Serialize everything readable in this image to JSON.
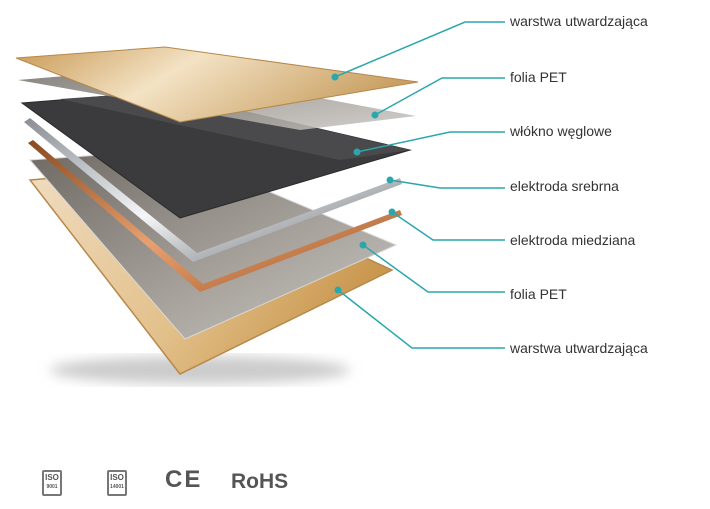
{
  "layers": [
    {
      "label": "warstwa utwardzająca"
    },
    {
      "label": "folia PET"
    },
    {
      "label": "włókno węglowe"
    },
    {
      "label": "elektroda srebrna"
    },
    {
      "label": "elektroda miedziana"
    },
    {
      "label": "folia PET"
    },
    {
      "label": "warstwa utwardzająca"
    }
  ],
  "certifications": {
    "iso1": {
      "text": "ISO",
      "number": "9001"
    },
    "iso2": {
      "text": "ISO",
      "number": "14001"
    },
    "ce": "CE",
    "rohs": "RoHS"
  },
  "colors": {
    "leader": "#2aa7ad",
    "gold": "#d4a862",
    "pet": "#9a948c",
    "carbon": "#3a3a3c",
    "copper": "#b86a30",
    "silver": "#b8bcc2"
  }
}
